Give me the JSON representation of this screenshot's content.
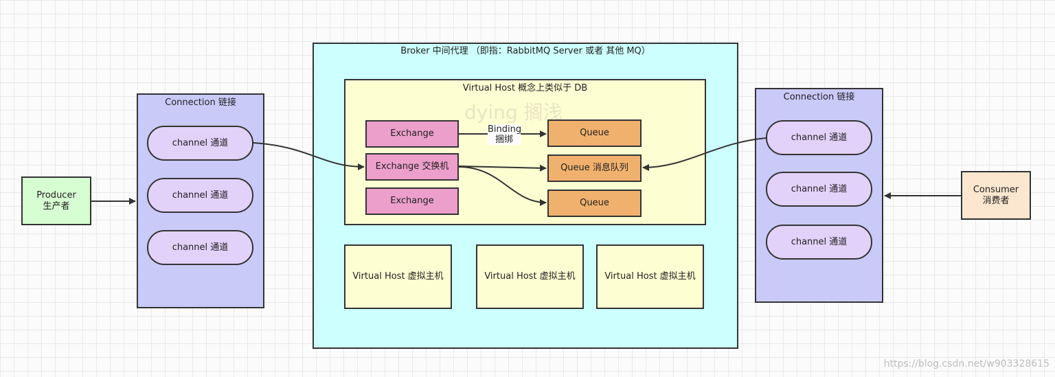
{
  "producer": "Producer\n生产者",
  "consumer": "Consumer\n消费者",
  "connection_left": {
    "title": "Connection 链接",
    "channels": [
      "channel 通道",
      "channel 通道",
      "channel 通道"
    ]
  },
  "connection_right": {
    "title": "Connection 链接",
    "channels": [
      "channel 通道",
      "channel 通道",
      "channel 通道"
    ]
  },
  "broker": {
    "title": "Broker 中间代理 （即指：RabbitMQ Server 或者 其他 MQ）",
    "vhost_main": {
      "title": "Virtual Host 概念上类似于 DB",
      "exchanges": [
        "Exchange",
        "Exchange 交换机",
        "Exchange"
      ],
      "queues": [
        "Queue",
        "Queue 消息队列",
        "Queue"
      ],
      "binding": "Binding\n捆绑"
    },
    "vhosts": [
      "Virtual Host 虚拟主机",
      "Virtual Host 虚拟主机",
      "Virtual Host 虚拟主机"
    ]
  },
  "watermark": "dying 搁浅",
  "credit": "https://blog.csdn.net/w903328615"
}
